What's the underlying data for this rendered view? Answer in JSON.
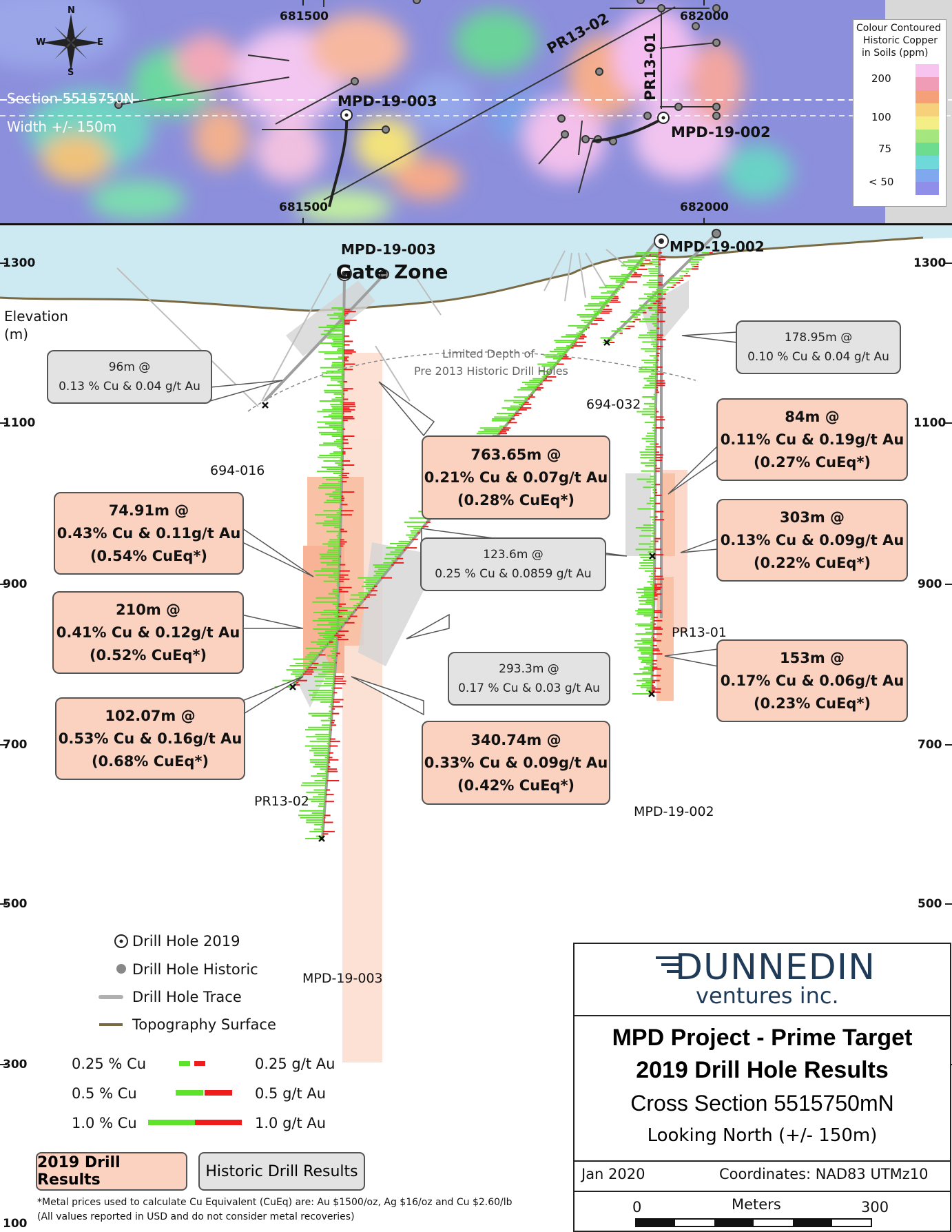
{
  "plan_map": {
    "section_label": "Section 5515750N",
    "width_label": "Width +/- 150m",
    "grid_labels_top": [
      "681500",
      "682000"
    ],
    "grid_labels_bottom": [
      "681500",
      "682000"
    ],
    "hole_labels": [
      "MPD-19-003",
      "MPD-19-002",
      "PR13-02",
      "PR13-01"
    ],
    "compass": [
      "N",
      "E",
      "S",
      "W"
    ],
    "soil_legend": {
      "title_lines": [
        "Colour Contoured",
        "Historic Copper",
        "in Soils (ppm)"
      ],
      "values": [
        "200",
        "100",
        "75",
        "< 50"
      ],
      "colors": [
        "#f7c4f0",
        "#f19cb6",
        "#f6a07a",
        "#f6d07a",
        "#f3ee86",
        "#a6e67e",
        "#6ddc8e",
        "#6fd8d8",
        "#7fa8ee",
        "#8f8fea"
      ]
    }
  },
  "section": {
    "elevation_title": "Elevation",
    "elevation_unit": "(m)",
    "elevations": [
      "1300",
      "1100",
      "900",
      "700",
      "500",
      "300",
      "100"
    ],
    "zone_hole": "MPD-19-003",
    "zone_name": "Gate Zone",
    "hole_002_top": "MPD-19-002",
    "limited_depth_lines": [
      "Limited Depth of",
      "Pre 2013 Historic Drill Holes"
    ],
    "hole_labels": {
      "h694_016": "694-016",
      "h694_032": "694-032",
      "pr13_02": "PR13-02",
      "pr13_01": "PR13-01",
      "mpd_003_bottom": "MPD-19-003",
      "mpd_002_bottom": "MPD-19-002"
    },
    "callouts": {
      "c96": [
        "96m @",
        "0.13 % Cu & 0.04 g/t Au"
      ],
      "c763": [
        "763.65m @",
        "0.21% Cu & 0.07g/t Au",
        "(0.28% CuEq*)"
      ],
      "c17895": [
        "178.95m @",
        "0.10 % Cu & 0.04 g/t Au"
      ],
      "c84": [
        "84m @",
        "0.11% Cu & 0.19g/t Au",
        "(0.27% CuEq*)"
      ],
      "c7491": [
        "74.91m @",
        "0.43% Cu & 0.11g/t Au",
        "(0.54% CuEq*)"
      ],
      "c1236": [
        "123.6m @",
        "0.25 % Cu & 0.0859 g/t Au"
      ],
      "c303": [
        "303m @",
        "0.13% Cu & 0.09g/t Au",
        "(0.22% CuEq*)"
      ],
      "c210": [
        "210m @",
        "0.41% Cu & 0.12g/t Au",
        "(0.52% CuEq*)"
      ],
      "c2933": [
        "293.3m @",
        "0.17 % Cu & 0.03 g/t Au"
      ],
      "c153": [
        "153m @",
        "0.17% Cu & 0.06g/t Au",
        "(0.23% CuEq*)"
      ],
      "c10207": [
        "102.07m @",
        "0.53% Cu & 0.16g/t Au",
        "(0.68% CuEq*)"
      ],
      "c34074": [
        "340.74m @",
        "0.33% Cu & 0.09g/t Au",
        "(0.42% CuEq*)"
      ]
    }
  },
  "legend": {
    "drill_2019": "Drill Hole 2019",
    "drill_historic": "Drill Hole Historic",
    "drill_trace": "Drill Hole Trace",
    "topo": "Topography Surface",
    "cu_025": "0.25 % Cu",
    "au_025": "0.25 g/t Au",
    "cu_05": "0.5 % Cu",
    "au_05": "0.5 g/t Au",
    "cu_10": "1.0 % Cu",
    "au_10": "1.0 g/t Au",
    "btn_2019": "2019 Drill Results",
    "btn_hist": "Historic Drill Results",
    "footnote1": "*Metal prices used to calculate Cu Equivalent (CuEq) are: Au $1500/oz, Ag $16/oz and Cu $2.60/lb",
    "footnote2": "(All values reported in USD and do not consider metal recoveries)",
    "colors": {
      "cu": "#5fe32a",
      "au": "#ee1c1c",
      "topo": "#7a6a44",
      "trace": "#b0b0b0"
    }
  },
  "title_block": {
    "logo_main": "DUNNEDIN",
    "logo_sub": "ventures inc.",
    "line1": "MPD Project - Prime Target",
    "line2": "2019 Drill Hole Results",
    "line3": "Cross Section 5515750mN",
    "line4": "Looking North (+/- 150m)",
    "date": "Jan 2020",
    "coords": "Coordinates: NAD83 UTMz10",
    "scale_min": "0",
    "scale_unit": "Meters",
    "scale_max": "300"
  }
}
